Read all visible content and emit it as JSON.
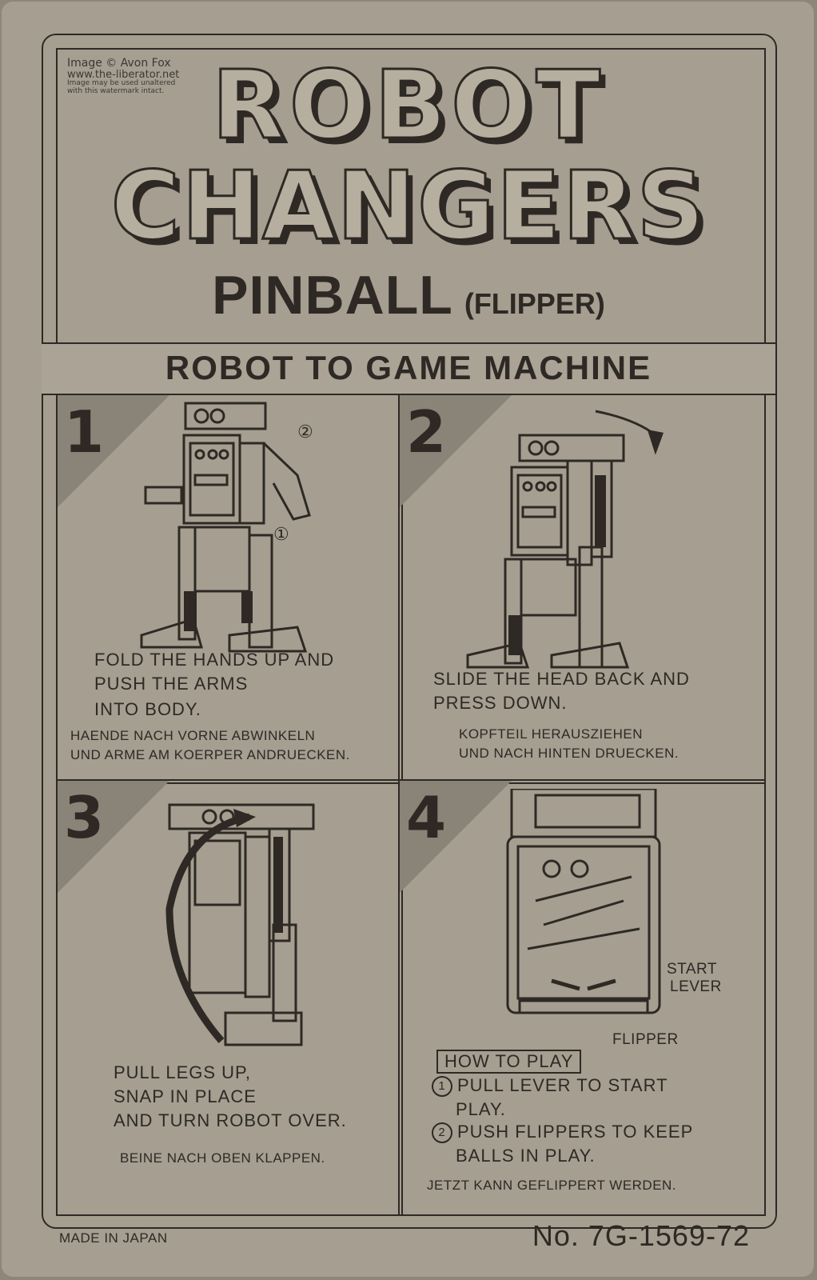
{
  "watermark": {
    "line1": "Image © Avon Fox",
    "line2": "www.the-liberator.net",
    "line3": "Image may be used unaltered",
    "line4": "with this watermark intact."
  },
  "header": {
    "logo_line1": "ROBOT",
    "logo_line2": "CHANGERS",
    "product": "PINBALL",
    "product_alt": "(FLIPPER)"
  },
  "banner": "ROBOT TO GAME MACHINE",
  "steps": [
    {
      "number": "1",
      "en": [
        "FOLD THE HANDS UP AND",
        "PUSH THE ARMS",
        "INTO BODY."
      ],
      "de": [
        "HAENDE NACH VORNE ABWINKELN",
        "UND ARME AM KOERPER ANDRUECKEN."
      ],
      "callouts": [
        "②",
        "①"
      ]
    },
    {
      "number": "2",
      "en": [
        "SLIDE THE HEAD BACK AND",
        "PRESS DOWN."
      ],
      "de": [
        "KOPFTEIL HERAUSZIEHEN",
        "UND NACH HINTEN DRUECKEN."
      ]
    },
    {
      "number": "3",
      "en": [
        "PULL LEGS UP,",
        "SNAP IN PLACE",
        "AND TURN ROBOT OVER."
      ],
      "de": [
        "BEINE NACH OBEN KLAPPEN."
      ]
    },
    {
      "number": "4",
      "labels": {
        "start": "START",
        "lever": "LEVER",
        "flipper": "FLIPPER"
      },
      "howto_title": "HOW TO PLAY",
      "howto": [
        {
          "num": "1",
          "line1": "PULL LEVER TO START",
          "line2": "PLAY."
        },
        {
          "num": "2",
          "line1": "PUSH FLIPPERS TO KEEP",
          "line2": "BALLS IN PLAY."
        }
      ],
      "de": [
        "JETZT KANN GEFLIPPERT WERDEN."
      ]
    }
  ],
  "footer": {
    "origin": "MADE IN JAPAN",
    "model": "No. 7G-1569-72"
  },
  "colors": {
    "card": "#a59e91",
    "ink": "#2e2924",
    "triangle": "#8a8377"
  }
}
